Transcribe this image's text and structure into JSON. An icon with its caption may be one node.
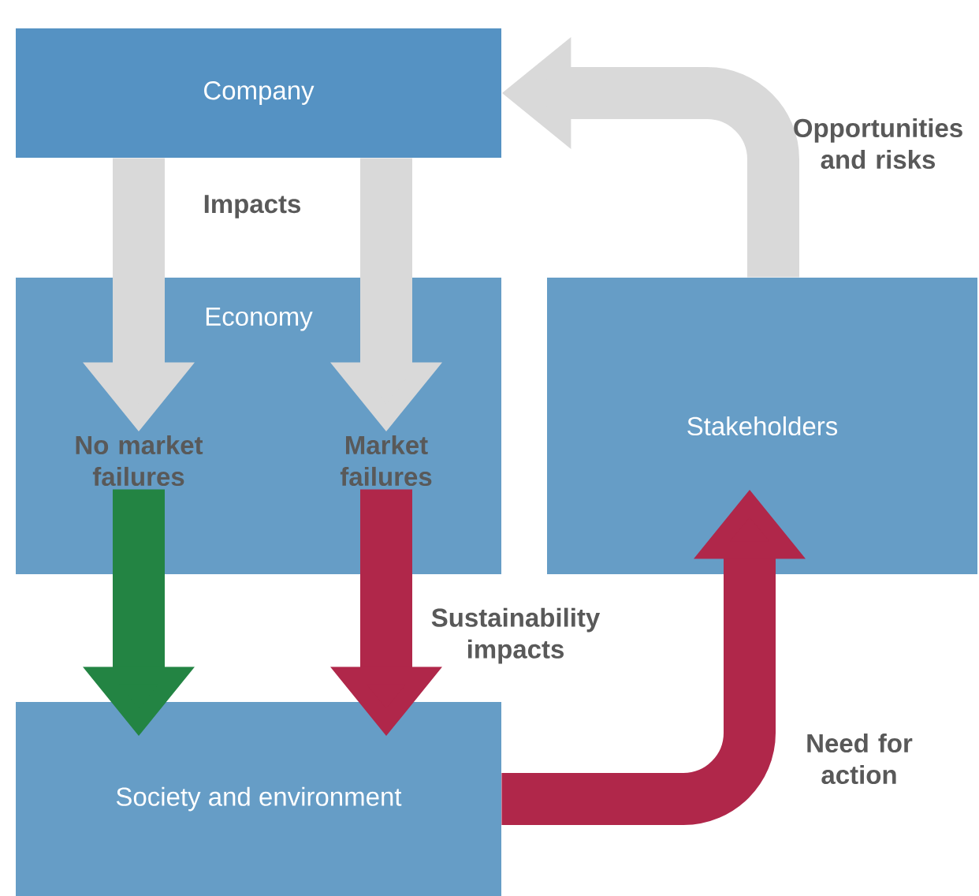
{
  "diagram": {
    "nodes": [
      {
        "text": [
          "Company"
        ]
      },
      {
        "text": [
          "Economy"
        ]
      },
      {
        "text": [
          "No market failures"
        ],
        "in": 1
      },
      {
        "text": [
          "Market failures"
        ],
        "in": 1
      },
      {
        "text": [
          "Stakeholders"
        ]
      },
      {
        "text": [
          "Society and environment"
        ]
      }
    ],
    "edges": [
      {
        "from": 0,
        "to": 2,
        "arrow": "to",
        "label": "Impacts"
      },
      {
        "from": 0,
        "to": 3,
        "arrow": "to"
      },
      {
        "from": 2,
        "to": 5,
        "arrow": "to",
        "color": "#238443"
      },
      {
        "from": 3,
        "to": 5,
        "arrow": "to",
        "color": "#b0274a",
        "label": "Sustainability impacts"
      },
      {
        "from": 5,
        "to": 4,
        "arrow": "to",
        "color": "#b0274a",
        "label": "Need for action"
      },
      {
        "from": 4,
        "to": 0,
        "arrow": "to",
        "label": "Opportunities and risks"
      }
    ]
  }
}
